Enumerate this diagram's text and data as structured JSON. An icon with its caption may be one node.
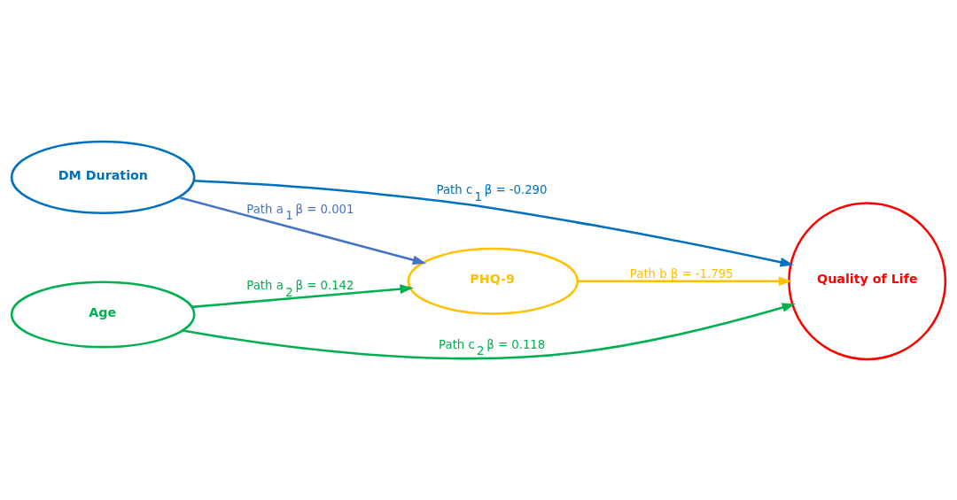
{
  "diagram": {
    "nodes": [
      {
        "text": [
          "PHQ-9"
        ]
      },
      {
        "text": [
          "DM Duration"
        ]
      },
      {
        "text": [
          "Age"
        ]
      },
      {
        "text": [
          "Quality of Life"
        ]
      }
    ],
    "edges": [
      {
        "from": 2,
        "to": 0,
        "arrow": "to",
        "label": "Path a$_{2}$ β = 0.142",
        "color": "#00b050"
      },
      {
        "from": 1,
        "to": 0,
        "arrow": "to",
        "label": "Path a$_{1}$ β = 0.001",
        "color": "#4472c4"
      },
      {
        "from": 0,
        "to": 3,
        "arrow": "to",
        "label": "Path b β = -1.795",
        "color": "#ffc000"
      },
      {
        "from": 1,
        "to": 3,
        "arrow": "to",
        "label": "Path c$_{1}$ β = -0.290",
        "color": "#0070c0"
      },
      {
        "from": 2,
        "to": 3,
        "arrow": "to",
        "label": "Path c$_{2}$ β = 0.118",
        "color": "#00b050"
      }
    ]
  }
}
